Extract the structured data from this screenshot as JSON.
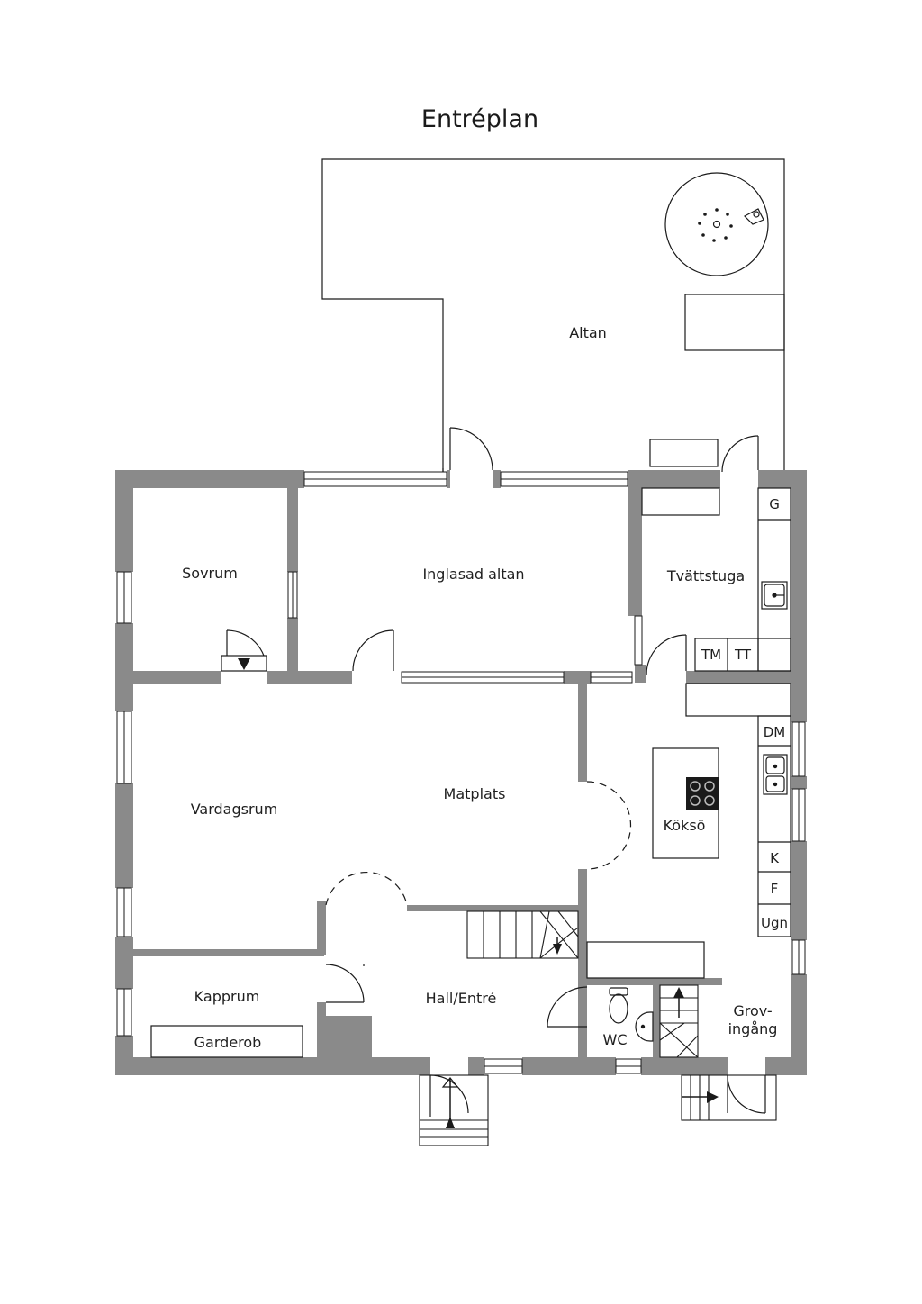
{
  "title": "Entréplan",
  "rooms": {
    "altan": "Altan",
    "sovrum": "Sovrum",
    "inglasad_altan": "Inglasad altan",
    "tvattstuga": "Tvättstuga",
    "vardagsrum": "Vardagsrum",
    "matplats": "Matplats",
    "koksö": "Köksö",
    "kapprum": "Kapprum",
    "garderob": "Garderob",
    "hall": "Hall/Entré",
    "wc": "WC",
    "grov_line1": "Grov-",
    "grov_line2": "ingång"
  },
  "appliances": {
    "g": "G",
    "tm": "TM",
    "tt": "TT",
    "dm": "DM",
    "k": "K",
    "f": "F",
    "ugn": "Ugn"
  },
  "colors": {
    "wall": "#8a8a8a",
    "line": "#1a1a1a",
    "background": "#ffffff"
  }
}
